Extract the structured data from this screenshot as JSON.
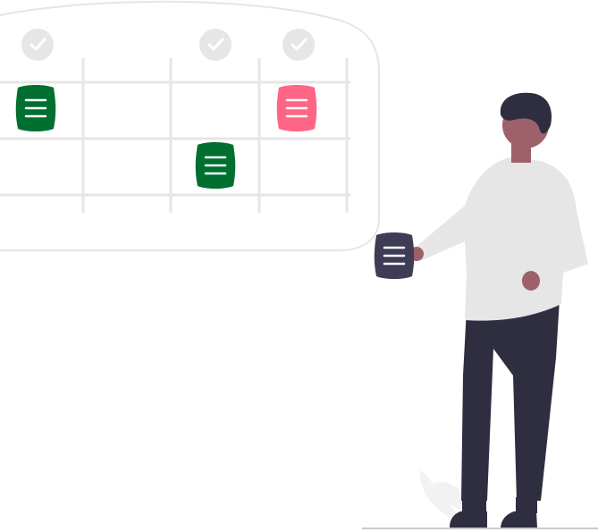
{
  "colors": {
    "board_outline": "#e6e6e6",
    "grid_line": "#e6e6e6",
    "check_circle": "#e6e6e6",
    "check_mark": "#ffffff",
    "card_green": "#006f2f",
    "card_pink": "#ff6584",
    "card_dark": "#3f3d56",
    "card_lines": "#ffffff",
    "skin": "#9e616a",
    "hair": "#2f2e41",
    "shirt": "#e6e6e6",
    "pants": "#2f2e41",
    "shoes": "#2f2e41",
    "floor": "#cacaca",
    "plant": "#f2f2f2"
  },
  "board": {
    "columns": 4,
    "rows": 3,
    "checked_columns": [
      0,
      2,
      3
    ],
    "cards": [
      {
        "column": 0,
        "row": 0,
        "color": "green"
      },
      {
        "column": 3,
        "row": 0,
        "color": "pink"
      },
      {
        "column": 2,
        "row": 1,
        "color": "green"
      }
    ]
  },
  "held_card": {
    "color": "dark"
  },
  "icons": [
    "check-icon",
    "document-card-icon",
    "person-illustration",
    "plant-leaf-illustration"
  ]
}
